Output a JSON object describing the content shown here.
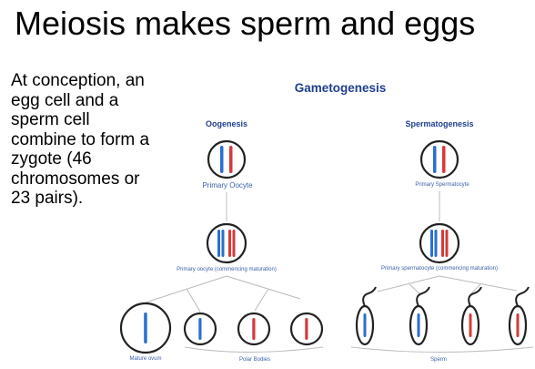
{
  "slide": {
    "title": "Meiosis makes sperm and eggs",
    "body_lines": [
      "At conception, an",
      "egg cell and a",
      "sperm cell",
      "combine to form a",
      "zygote (46",
      "chromosomes or",
      "23 pairs)."
    ]
  },
  "diagram": {
    "title": "Gametogenesis",
    "oogenesis": {
      "heading": "Oogenesis",
      "primary": "Primary Oocyte",
      "maturing": "Primary oocyte (commencing maturation)",
      "mature": "Mature ovum",
      "polar": "Polar Bodies"
    },
    "spermatogenesis": {
      "heading": "Spermatogenesis",
      "primary": "Primary Spermatocyte",
      "maturing": "Primary spermatocyte (commencing maturation)",
      "sperm": "Sperm"
    },
    "colors": {
      "title": "#1f3f8f",
      "blue_chromosome": "#2a6fd0",
      "red_chromosome": "#d63a3a",
      "arrow": "#bbbbbb"
    }
  }
}
